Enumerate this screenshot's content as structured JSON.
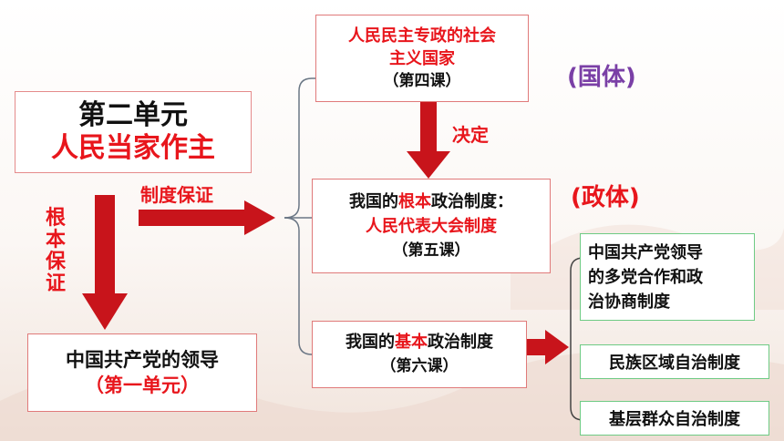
{
  "unit_box": {
    "title": "第二单元",
    "subtitle": "人民当家作主"
  },
  "party_box": {
    "title": "中国共产党的领导",
    "subtitle": "（第一单元）"
  },
  "labels": {
    "fundamental_guarantee": [
      "根",
      "本",
      "保",
      "证"
    ],
    "system_guarantee": "制度保证",
    "decide": "决定",
    "state_system": "(国体)",
    "government_system": "(政体)"
  },
  "state_box": {
    "line1": "人民民主专政的社会",
    "line2": "主义国家",
    "line3": "（第四课）"
  },
  "root_box": {
    "pre": "我国的",
    "hl": "根本",
    "post": "政治制度：",
    "line2": "人民代表大会制度",
    "line3": "（第五课）"
  },
  "basic_box": {
    "pre": "我国的",
    "hl": "基本",
    "post": "政治制度",
    "line2": "（第六课）"
  },
  "basic_items": [
    {
      "lines": [
        "中国共产党领导",
        "的多党合作和政",
        "治协商制度"
      ]
    },
    {
      "lines": [
        "民族区域自治制度"
      ]
    },
    {
      "lines": [
        "基层群众自治制度"
      ]
    }
  ],
  "colors": {
    "red": "#e8161c",
    "arrow": "#c8141b",
    "purple": "#7a3fa6",
    "green_border": "#6ecb84",
    "red_border": "#e07a7a"
  }
}
